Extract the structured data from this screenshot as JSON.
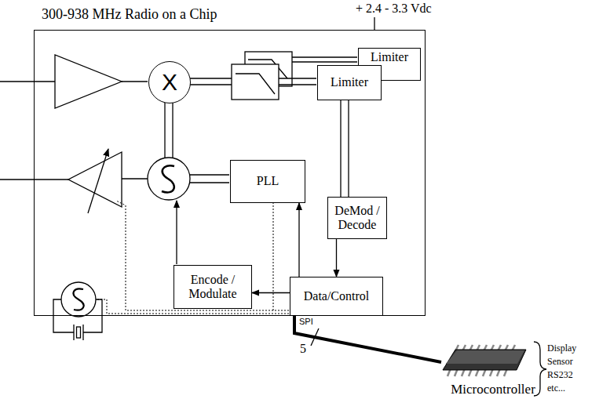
{
  "diagram": {
    "nodes": [
      {
        "text": [
          "300-938 MHz Radio on a Chip"
        ]
      },
      {
        "text": [
          "X"
        ],
        "in": 0
      },
      {
        "text": [
          "Limiter"
        ],
        "in": 0
      },
      {
        "text": [
          "Limiter"
        ],
        "in": 0
      },
      {
        "text": [
          "PLL"
        ],
        "in": 0
      },
      {
        "text": [
          "DeMod / Decode"
        ],
        "in": 0
      },
      {
        "text": [
          "Encode / Modulate"
        ],
        "in": 0
      },
      {
        "text": [
          "Data/Control"
        ],
        "in": 0
      },
      {
        "text": [
          "Microcontroller"
        ]
      }
    ],
    "edges": [
      {
        "from": 3,
        "to": 5,
        "arrow": "none"
      },
      {
        "from": 5,
        "to": 7,
        "arrow": "to"
      },
      {
        "from": 7,
        "to": 6,
        "arrow": "to"
      },
      {
        "from": 7,
        "to": 4,
        "arrow": "to"
      },
      {
        "from": 7,
        "to": 8,
        "arrow": "none"
      }
    ],
    "labels": [
      "+ 2.4 - 3.3 Vdc",
      "SPI",
      "5",
      "Display",
      "Sensor",
      "RS232",
      "etc..."
    ]
  }
}
